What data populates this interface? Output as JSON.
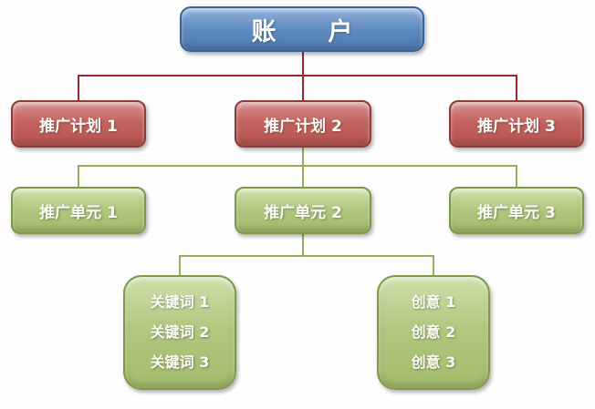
{
  "diagram": {
    "root": {
      "label": "账户"
    },
    "plans": {
      "p1": "推广计划 1",
      "p2": "推广计划 2",
      "p3": "推广计划 3"
    },
    "units": {
      "u1": "推广单元 1",
      "u2": "推广单元 2",
      "u3": "推广单元 3"
    },
    "keywords": [
      "关键词 1",
      "关键词 2",
      "关键词 3"
    ],
    "creatives": [
      "创意 1",
      "创意 2",
      "创意 3"
    ]
  },
  "colors": {
    "root_fill": "#5e8ac0",
    "root_border": "#36639c",
    "plan_fill": "#c3615e",
    "plan_border": "#8e3c3a",
    "unit_fill": "#b0c77e",
    "unit_border": "#7e9a48",
    "plan_connector": "#9e2730",
    "unit_connector": "#97ae58",
    "text": "#fdfdf8"
  }
}
